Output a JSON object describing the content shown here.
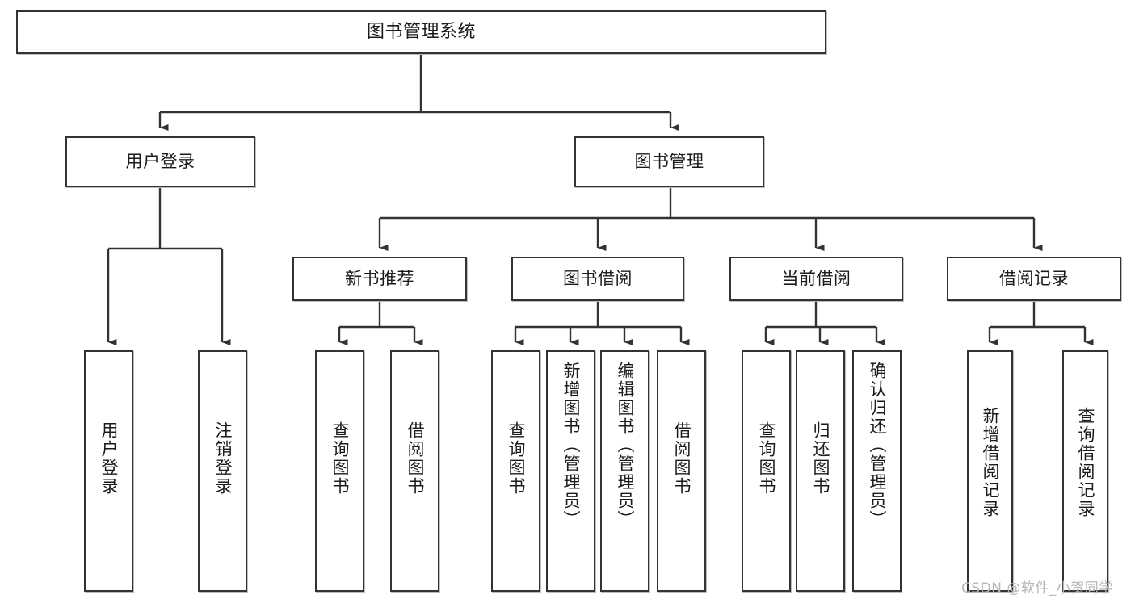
{
  "diagram": {
    "title": "图书管理系统",
    "type": "hierarchy-tree",
    "root": {
      "label": "图书管理系统"
    },
    "level2": [
      {
        "label": "用户登录"
      },
      {
        "label": "图书管理"
      }
    ],
    "level3": [
      {
        "label": "新书推荐"
      },
      {
        "label": "图书借阅"
      },
      {
        "label": "当前借阅"
      },
      {
        "label": "借阅记录"
      }
    ],
    "leaves": {
      "user_login": [
        {
          "label": "用户登录"
        },
        {
          "label": "注销登录"
        }
      ],
      "new_book_recommend": [
        {
          "label": "查询图书"
        },
        {
          "label": "借阅图书"
        }
      ],
      "book_borrow": [
        {
          "label": "查询图书"
        },
        {
          "label": "新增图书（管理员）"
        },
        {
          "label": "编辑图书（管理员）"
        },
        {
          "label": "借阅图书"
        }
      ],
      "current_borrow": [
        {
          "label": "查询图书"
        },
        {
          "label": "归还图书"
        },
        {
          "label": "确认归还（管理员）"
        }
      ],
      "borrow_record": [
        {
          "label": "新增借阅记录"
        },
        {
          "label": "查询借阅记录"
        }
      ]
    }
  },
  "watermark": {
    "text": "CSDN @软件_小贺同学"
  },
  "colors": {
    "box_border": "#333333",
    "box_fill": "#ffffff",
    "line": "#333333",
    "text": "#1b1b1b",
    "watermark": "#b6b6b6"
  }
}
